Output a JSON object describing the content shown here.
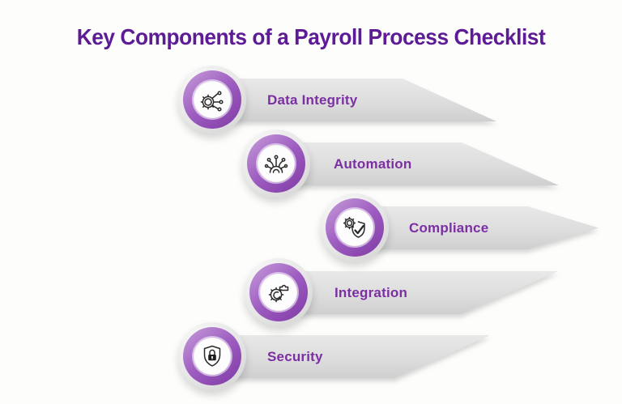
{
  "title": "Key Components of a Payroll Process Checklist",
  "colors": {
    "background": "#fdfdfb",
    "title_text": "#5e1b96",
    "label_text": "#7b2fa2",
    "banner_gray_top": "#e8e8e8",
    "banner_gray_bottom": "#d0cfcf",
    "ring_purple_light": "#c79dda",
    "ring_purple_dark": "#7e3aa4",
    "icon_stroke": "#2a2a2a"
  },
  "items": [
    {
      "label": "Data Integrity",
      "icon": "gear-network-icon"
    },
    {
      "label": "Automation",
      "icon": "gear-circuit-icon"
    },
    {
      "label": "Compliance",
      "icon": "gear-shield-check-icon"
    },
    {
      "label": "Integration",
      "icon": "gear-puzzle-icon"
    },
    {
      "label": "Security",
      "icon": "shield-lock-icon"
    }
  ]
}
